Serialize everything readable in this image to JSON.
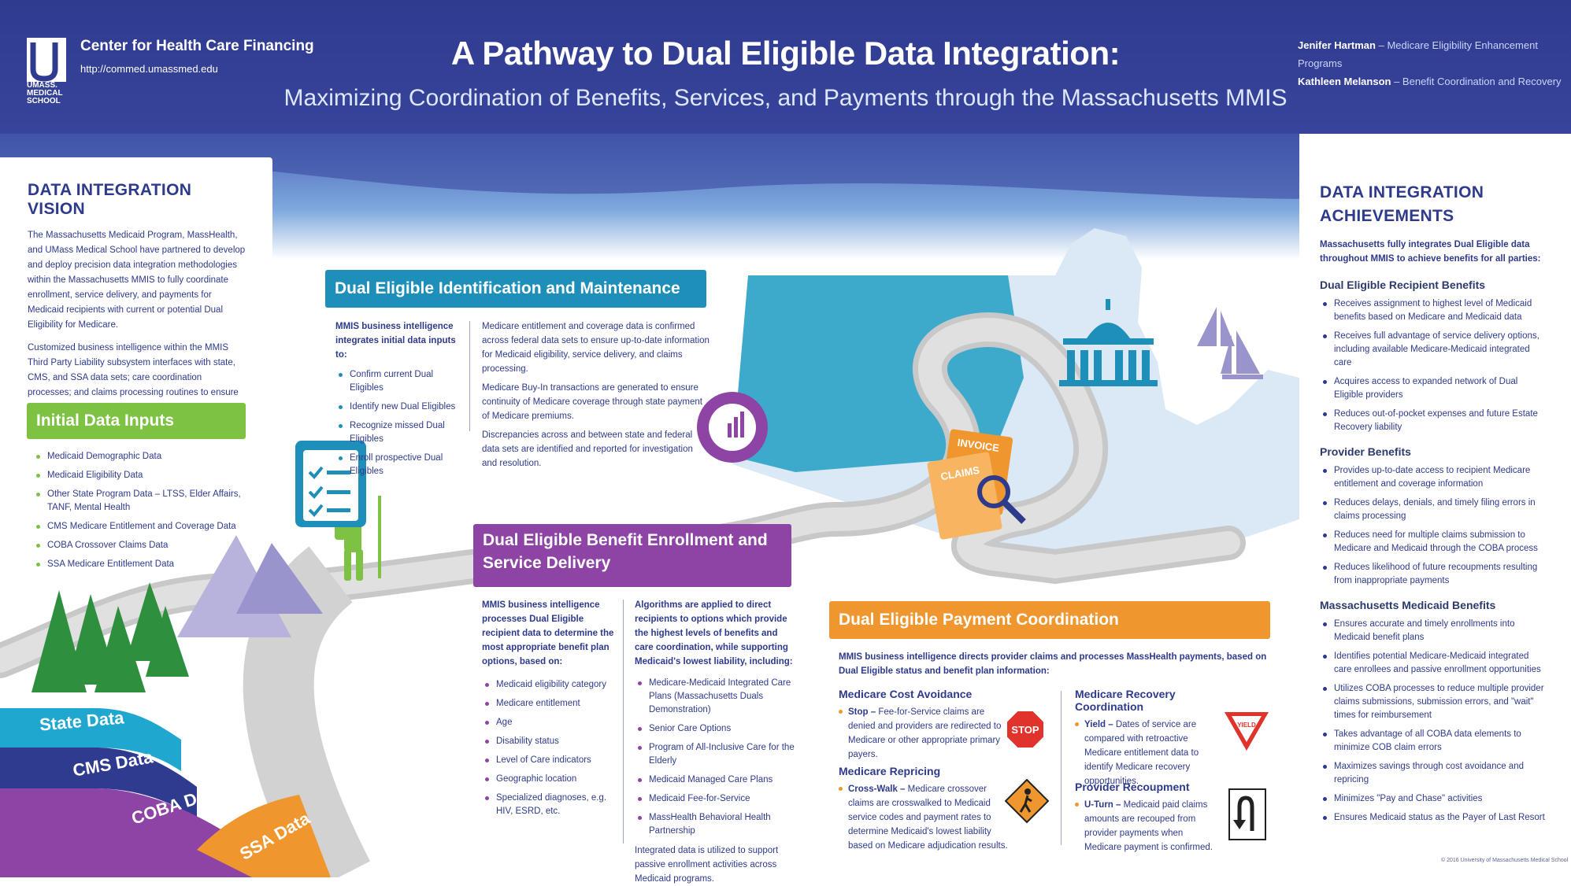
{
  "header": {
    "org_name": "Center for Health Care Financing",
    "org_url": "http://commed.umassmed.edu",
    "logo_text": [
      "UMASS.",
      "MEDICAL",
      "SCHOOL"
    ],
    "title": "A Pathway to Dual Eligible Data Integration:",
    "subtitle": "Maximizing Coordination of Benefits, Services, and Payments through the Massachusetts MMIS",
    "authors": [
      {
        "name": "Jenifer Hartman",
        "role": "– Medicare Eligibility Enhancement Programs"
      },
      {
        "name": "Kathleen Melanson",
        "role": "– Benefit Coordination and Recovery"
      }
    ]
  },
  "vision": {
    "heading": "DATA INTEGRATION VISION",
    "p1": "The Massachusetts Medicaid Program, MassHealth, and UMass Medical School have partnered to develop and deploy precision data integration methodologies within the Massachusetts MMIS to fully coordinate enrollment, service delivery, and payments for Medicaid recipients with current or potential Dual Eligibility for Medicare.",
    "p2": "Customized business intelligence within the MMIS Third Party Liability subsystem interfaces with state, CMS, and SSA data sets; care coordination processes; and claims processing routines to ensure recipients receive the highest benefits at the state's lowest liability, according to the Medicaid State Plan."
  },
  "inputs": {
    "heading": "Initial Data Inputs",
    "items": [
      "Medicaid Demographic Data",
      "Medicaid Eligibility Data",
      "Other State Program Data – LTSS, Elder Affairs, TANF, Mental Health",
      "CMS Medicare Entitlement and Coverage Data",
      "COBA Crossover Claims Data",
      "SSA Medicare Entitlement Data"
    ]
  },
  "data_bands": [
    "State Data",
    "CMS Data",
    "COBA Data",
    "SSA Data"
  ],
  "identification": {
    "heading": "Dual Eligible Identification and Maintenance",
    "intro": "MMIS business intelligence integrates initial data inputs to:",
    "items": [
      "Confirm current Dual Eligibles",
      "Identify new Dual Eligibles",
      "Recognize missed Dual Eligibles",
      "Enroll prospective Dual Eligibles"
    ],
    "p1": "Medicare entitlement and coverage data is confirmed across federal data sets to ensure up-to-date information for Medicaid eligibility, service delivery, and claims processing.",
    "p2": "Medicare Buy-In transactions are generated to ensure continuity of Medicare coverage through state payment of Medicare premiums.",
    "p3": "Discrepancies across and between state and federal data sets are identified and reported for investigation and resolution."
  },
  "enrollment": {
    "heading_line1": "Dual Eligible Benefit Enrollment and",
    "heading_line2": "Service Delivery",
    "intro": "MMIS business intelligence processes Dual Eligible recipient data to determine the most appropriate benefit plan options, based on:",
    "items": [
      "Medicaid eligibility category",
      "Medicare entitlement",
      "Age",
      "Disability status",
      "Level of Care indicators",
      "Geographic location",
      "Specialized diagnoses, e.g. HIV, ESRD, etc."
    ],
    "intro2": "Algorithms are applied to direct recipients to options which provide the highest levels of benefits and care coordination, while supporting Medicaid's lowest liability, including:",
    "items2": [
      "Medicare-Medicaid Integrated Care Plans (Massachusetts Duals Demonstration)",
      "Senior Care Options",
      "Program of All-Inclusive Care for the Elderly",
      "Medicaid Managed Care Plans",
      "Medicaid Fee-for-Service",
      "MassHealth Behavioral Health Partnership"
    ],
    "closing": "Integrated data is utilized to support passive enrollment activities across Medicaid programs."
  },
  "payment": {
    "heading": "Dual Eligible Payment Coordination",
    "intro": "MMIS business intelligence directs provider claims and processes MassHealth payments, based on Dual Eligible status and benefit plan information:",
    "blocks": [
      {
        "title": "Medicare Cost Avoidance",
        "term": "Stop –",
        "text": "Fee-for-Service claims are denied and providers are redirected to Medicare or other appropriate primary payers.",
        "sign": "STOP"
      },
      {
        "title": "Medicare Repricing",
        "term": "Cross-Walk –",
        "text": "Medicare crossover claims are crosswalked to Medicaid service codes and payment rates to determine Medicaid's lowest liability based on Medicare adjudication results.",
        "sign": ""
      },
      {
        "title": "Medicare Recovery Coordination",
        "term": "Yield –",
        "text": "Dates of service are compared with retroactive Medicare entitlement data to identify Medicare recovery opportunities.",
        "sign": "YIELD"
      },
      {
        "title": "Provider Recoupment",
        "term": "U-Turn –",
        "text": "Medicaid paid claims amounts are recouped from provider payments when Medicare payment is confirmed.",
        "sign": ""
      }
    ]
  },
  "doc_labels": {
    "invoice": "INVOICE",
    "claims": "CLAIMS"
  },
  "achievements": {
    "heading_line1": "DATA INTEGRATION",
    "heading_line2": "ACHIEVEMENTS",
    "intro": "Massachusetts fully integrates Dual Eligible data throughout MMIS to achieve benefits for all parties:",
    "groups": [
      {
        "title": "Dual Eligible Recipient Benefits",
        "items": [
          "Receives assignment to highest level of Medicaid benefits based on Medicare and Medicaid data",
          "Receives full advantage of service delivery options, including available Medicare-Medicaid integrated care",
          "Acquires access to expanded network of Dual Eligible providers",
          "Reduces out-of-pocket expenses and future Estate Recovery liability"
        ]
      },
      {
        "title": "Provider Benefits",
        "items": [
          "Provides up-to-date access to recipient Medicare entitlement and coverage information",
          "Reduces delays, denials, and timely filing errors in claims processing",
          "Reduces need for multiple claims submission to Medicare and Medicaid through the COBA process",
          "Reduces likelihood of future recoupments resulting from inappropriate payments"
        ]
      },
      {
        "title": "Massachusetts Medicaid Benefits",
        "items": [
          "Ensures accurate and timely enrollments into Medicaid benefit plans",
          "Identifies potential Medicare-Medicaid integrated care enrollees and passive enrollment opportunities",
          "Utilizes COBA processes to reduce multiple provider claims submissions, submission errors, and \"wait\" times for reimbursement",
          "Takes advantage of all COBA data elements to minimize COB claim errors",
          "Maximizes savings through cost avoidance and repricing",
          "Minimizes \"Pay and Chase\" activities",
          "Ensures Medicaid status as the Payer of Last Resort"
        ]
      }
    ]
  },
  "copyright": "© 2016 University of Massachusetts Medical School",
  "colors": {
    "navy": "#2f3b8f",
    "green": "#7dc242",
    "teal": "#1e8fb8",
    "purple": "#8e44a4",
    "orange": "#f0962f"
  }
}
